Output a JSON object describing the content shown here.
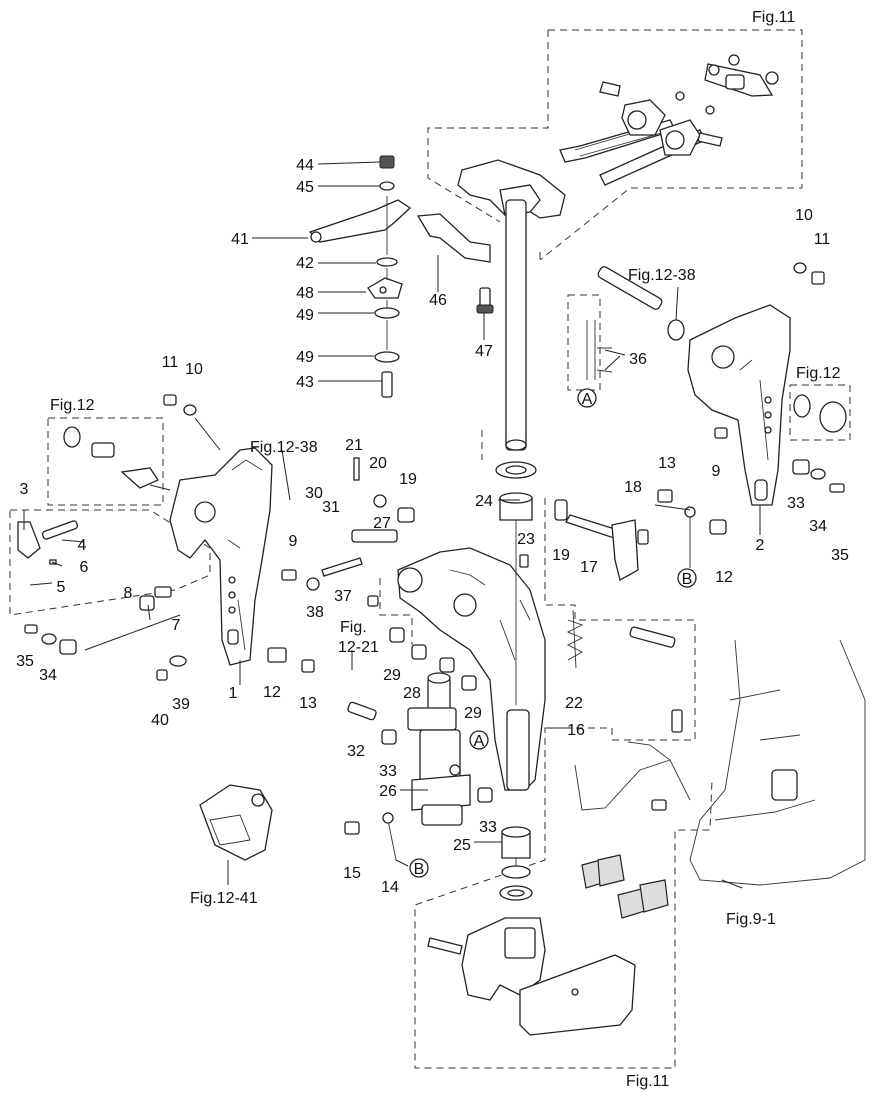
{
  "diagram": {
    "part_numbers": [
      "1",
      "2",
      "3",
      "4",
      "5",
      "6",
      "7",
      "8",
      "9",
      "9",
      "10",
      "10",
      "11",
      "11",
      "12",
      "12",
      "13",
      "13",
      "14",
      "15",
      "16",
      "17",
      "18",
      "19",
      "19",
      "20",
      "21",
      "22",
      "23",
      "24",
      "25",
      "26",
      "27",
      "28",
      "29",
      "29",
      "30",
      "31",
      "32",
      "33",
      "33",
      "33",
      "34",
      "34",
      "35",
      "35",
      "36",
      "37",
      "38",
      "39",
      "40",
      "41",
      "42",
      "43",
      "44",
      "45",
      "46",
      "47",
      "48",
      "49",
      "49"
    ],
    "references": {
      "fig11_top": "Fig.11",
      "fig11_bottom": "Fig.11",
      "fig12_left": "Fig.12",
      "fig12_right": "Fig.12",
      "fig12_38_left": "Fig.12-38",
      "fig12_38_right": "Fig.12-38",
      "fig12_21_a": "Fig.",
      "fig12_21_b": "12-21",
      "fig12_41": "Fig.12-41",
      "fig9_1": "Fig.9-1"
    },
    "markers": {
      "a": "A",
      "b": "B"
    }
  }
}
